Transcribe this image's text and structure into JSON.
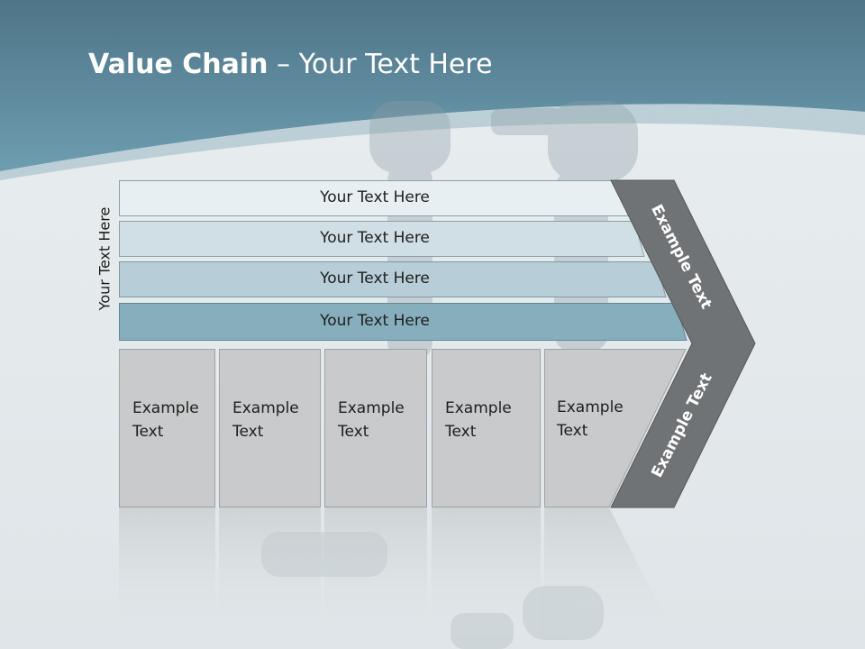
{
  "slide": {
    "title_bold": "Value Chain",
    "title_rest": " – Your Text Here",
    "side_label": "Your Text Here"
  },
  "bands": [
    {
      "label": "Your Text Here",
      "color": "#e8eff2"
    },
    {
      "label": "Your Text Here",
      "color": "#d0dfe6"
    },
    {
      "label": "Your Text Here",
      "color": "#b7ced8"
    },
    {
      "label": "Your Text Here",
      "color": "#86aebd"
    }
  ],
  "boxes": [
    {
      "label": "Example\nText"
    },
    {
      "label": "Example\nText"
    },
    {
      "label": "Example\nText"
    },
    {
      "label": "Example\nText"
    },
    {
      "label": "Example\nText"
    }
  ],
  "chevron": {
    "top_label": "Example Text",
    "bottom_label": "Example Text",
    "color": "#707375"
  },
  "colors": {
    "header": "#5e8c9e",
    "background": "#e3e8ea",
    "box_fill": "#c9cacb"
  }
}
